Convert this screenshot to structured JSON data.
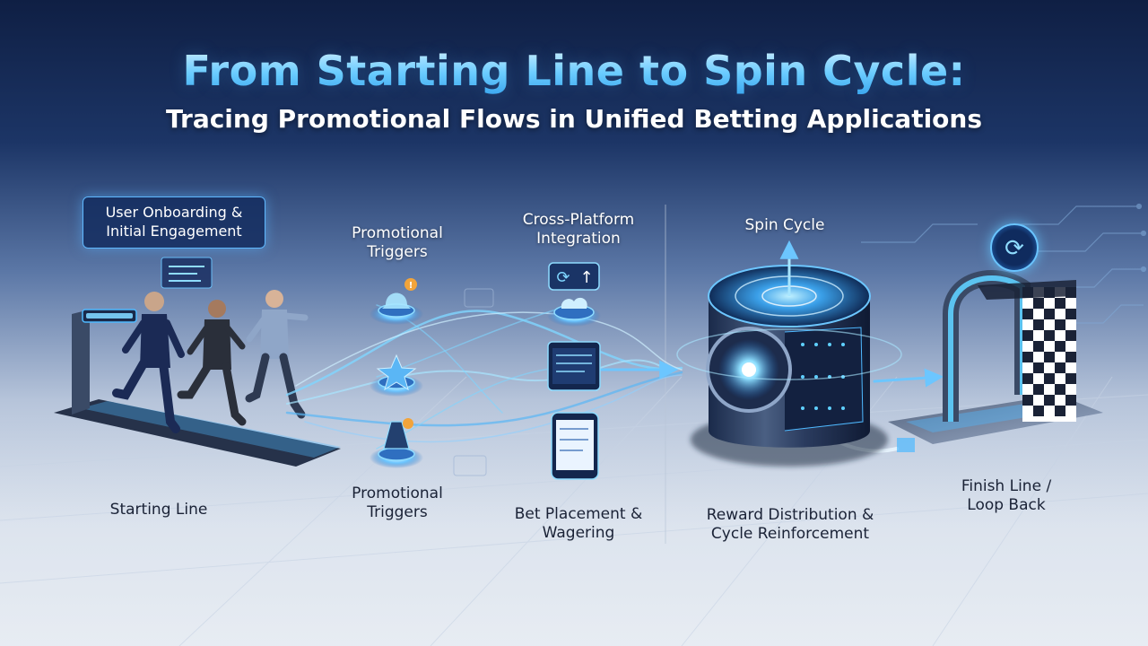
{
  "header": {
    "title": "From Starting Line to Spin Cycle:",
    "subtitle": "Tracing Promotional Flows in Unified Betting Applications"
  },
  "stages": {
    "onboarding": "User Onboarding & Initial Engagement",
    "starting_line": "Starting Line",
    "promo_triggers_top": "Promotional Triggers",
    "promo_triggers_bottom": "Promotional Triggers",
    "cross_platform": "Cross-Platform Integration",
    "bet_placement": "Bet Placement & Wagering",
    "spin_cycle": "Spin Cycle",
    "reward": "Reward Distribution & Cycle Reinforcement",
    "finish": "Finish Line / Loop Back"
  },
  "icons": {
    "refresh": "refresh-icon",
    "sync": "sync-icon",
    "bell": "bell-icon",
    "cloud": "cloud-icon"
  },
  "colors": {
    "accent": "#4fb9ff",
    "glow": "#7fd6ff",
    "navy": "#0f1f44"
  }
}
